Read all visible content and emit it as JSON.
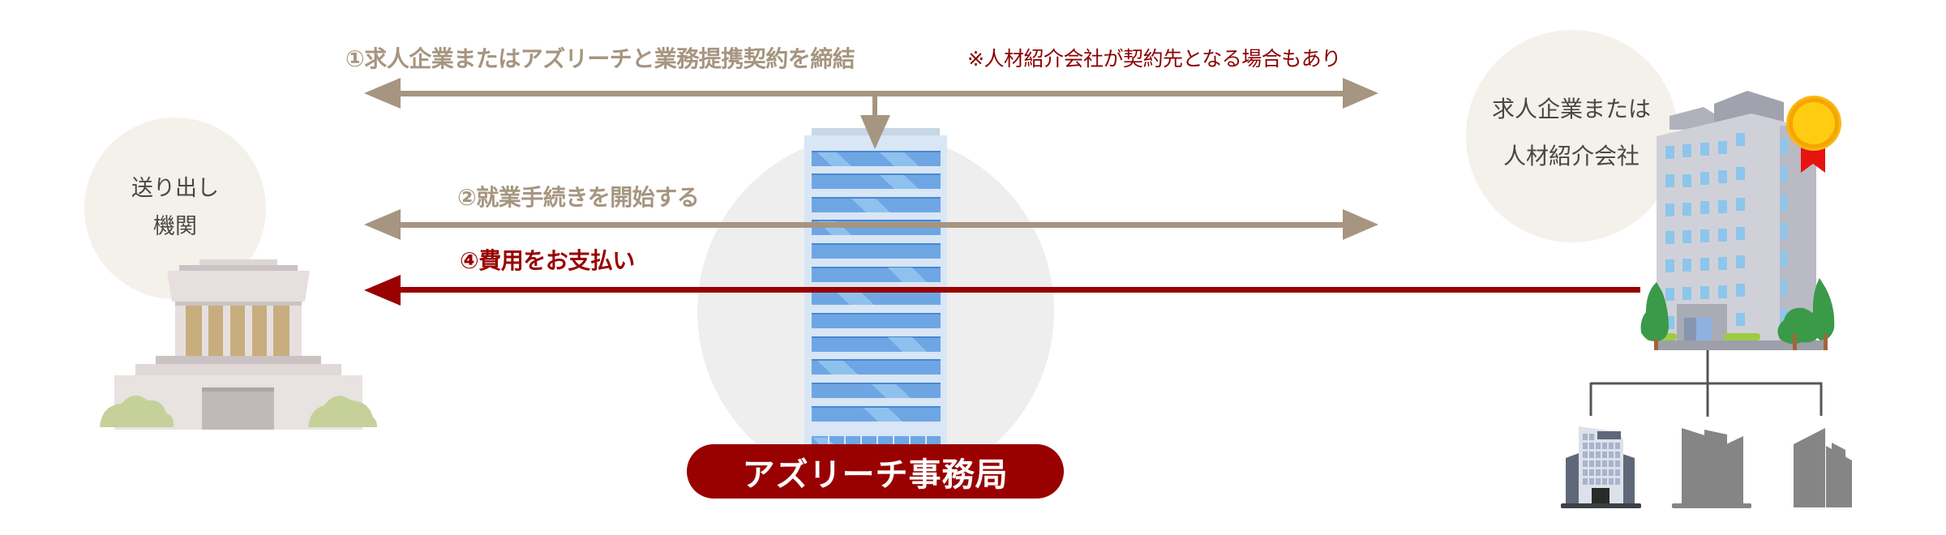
{
  "colors": {
    "arrow_neutral": "#a69580",
    "arrow_payment": "#990000",
    "note_text": "#8b0000",
    "circle_fill": "#f3f1ea",
    "center_circle_fill": "#eeeeee",
    "badge_bg": "#990000",
    "label_text": "#4d4741"
  },
  "steps": {
    "step1": {
      "label": "①求人企業またはアズリーチと業務提携契約を締結",
      "direction": "both"
    },
    "step1_note": "※人材紹介会社が契約先となる場合もあり",
    "step2": {
      "label": "②就業手続きを開始する",
      "direction": "both"
    },
    "step4": {
      "label": "④費用をお支払い",
      "direction": "right-to-left"
    }
  },
  "nodes": {
    "sending_org": {
      "line1": "送り出し",
      "line2": "機関",
      "icon": "government-building-icon"
    },
    "office": {
      "label": "アズリーチ事務局",
      "icon": "office-tower-icon"
    },
    "employer": {
      "line1": "求人企業または",
      "line2": "人材紹介会社",
      "icon": "company-building-with-medal-icon"
    },
    "subsidiaries": [
      {
        "icon": "office-building-icon"
      },
      {
        "icon": "building-silhouette-icon"
      },
      {
        "icon": "building-silhouette-icon"
      }
    ]
  }
}
